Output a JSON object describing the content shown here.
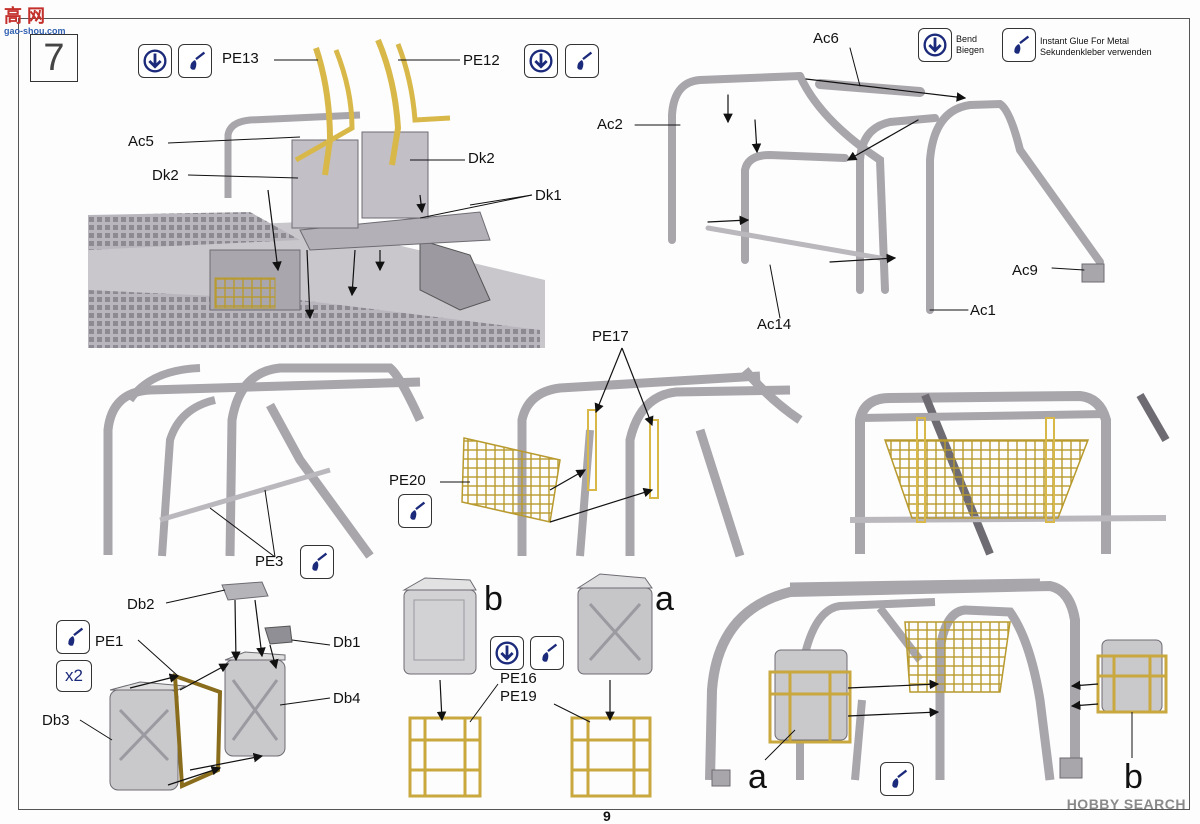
{
  "header": {
    "step_number": "7",
    "watermark_site": "高 网",
    "watermark_url": "gao-shou.com",
    "watermark_bottom": "HOBBY SEARCH",
    "page_number": "9"
  },
  "legend": {
    "bend_en": "Bend",
    "bend_de": "Biegen",
    "glue_en": "Instant Glue For Metal",
    "glue_de": "Sekundenkleber verwenden"
  },
  "parts": {
    "pe13": "PE13",
    "pe12": "PE12",
    "ac5": "Ac5",
    "dk2_left": "Dk2",
    "dk2_right": "Dk2",
    "dk1": "Dk1",
    "ac6": "Ac6",
    "ac2": "Ac2",
    "ac9": "Ac9",
    "ac14": "Ac14",
    "ac1": "Ac1",
    "pe17": "PE17",
    "pe20": "PE20",
    "pe3": "PE3",
    "db2": "Db2",
    "pe1": "PE1",
    "db1": "Db1",
    "db4": "Db4",
    "db3": "Db3",
    "x2": "x2",
    "pe16": "PE16",
    "pe19": "PE19"
  },
  "variants": {
    "b_top": "b",
    "a_top": "a",
    "a_bottom": "a",
    "b_bottom": "b"
  },
  "colors": {
    "frame": "#a8a5ab",
    "frame_dark": "#6e6b72",
    "brass": "#d9b84a",
    "brass_dark": "#8a6d1c",
    "icon_blue": "#1b2a7a",
    "can": "#c9c9cc"
  }
}
